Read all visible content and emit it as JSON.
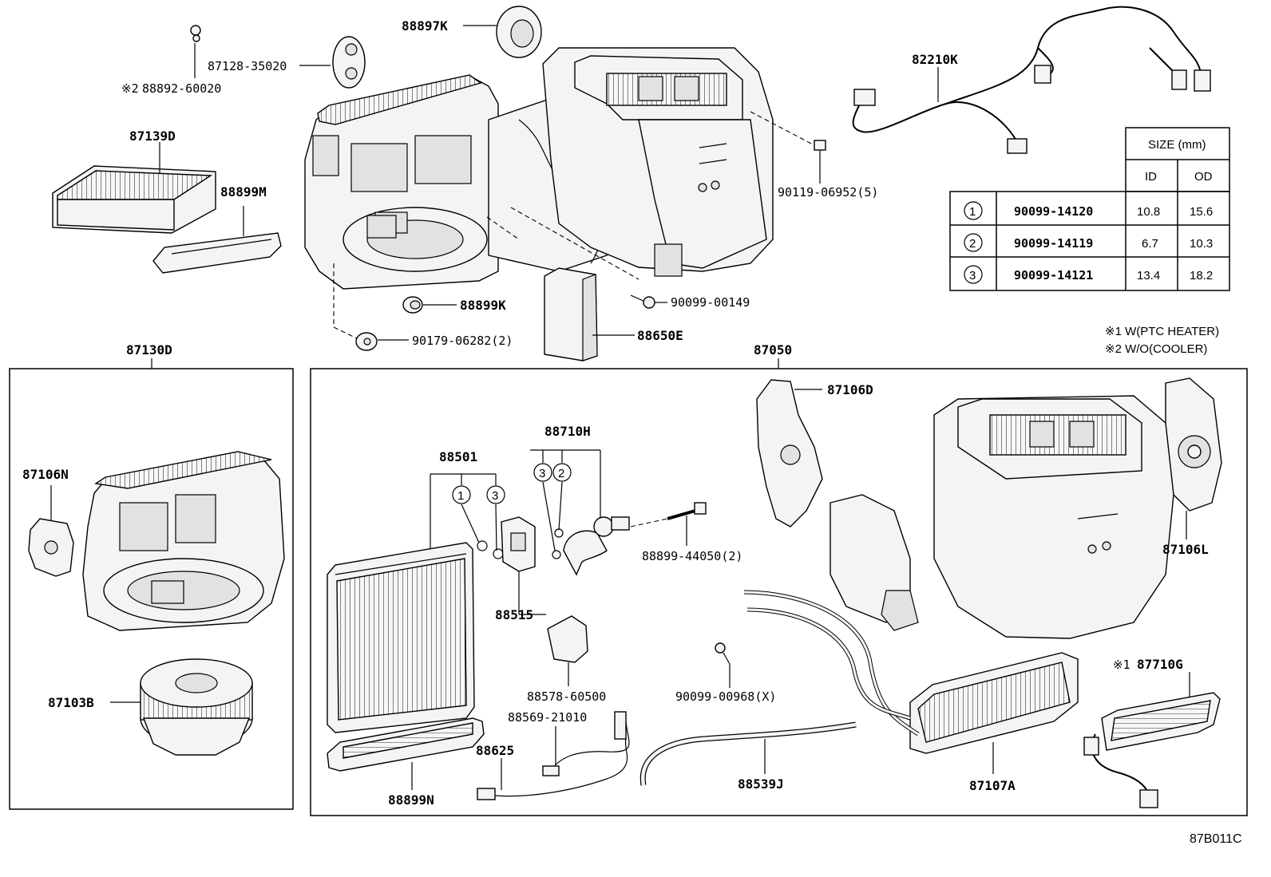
{
  "diagram_code": "87B011C",
  "notes": [
    "※1 W(PTC HEATER)",
    "※2 W/O(COOLER)"
  ],
  "groups": {
    "left_box": "87130D",
    "right_box": "87050"
  },
  "parts_top": [
    {
      "no": "88897K"
    },
    {
      "no": "87128-35020"
    },
    {
      "no": "88892-60020",
      "prefix": "※2"
    },
    {
      "no": "87139D"
    },
    {
      "no": "88899M"
    },
    {
      "no": "88899K"
    },
    {
      "no": "90179-06282(2)"
    },
    {
      "no": "88650E"
    },
    {
      "no": "90099-00149"
    },
    {
      "no": "90119-06952(5)"
    },
    {
      "no": "82210K"
    }
  ],
  "parts_left_box": [
    {
      "no": "87106N"
    },
    {
      "no": "87103B"
    }
  ],
  "parts_right_box": [
    {
      "no": "88501"
    },
    {
      "no": "88710H"
    },
    {
      "no": "88515"
    },
    {
      "no": "88578-60500"
    },
    {
      "no": "88569-21010"
    },
    {
      "no": "88625"
    },
    {
      "no": "88899N"
    },
    {
      "no": "88899-44050(2)"
    },
    {
      "no": "90099-00968(X)"
    },
    {
      "no": "88539J"
    },
    {
      "no": "87106D"
    },
    {
      "no": "87106L"
    },
    {
      "no": "87107A"
    },
    {
      "no": "87710G",
      "prefix": "※1"
    }
  ],
  "circle_callouts": {
    "c1": "1",
    "c2": "2",
    "c3": "3"
  },
  "size_table": {
    "title": "SIZE (mm)",
    "col_id": "ID",
    "col_od": "OD",
    "rows": [
      {
        "ref": "1",
        "part": "90099-14120",
        "id": "10.8",
        "od": "15.6"
      },
      {
        "ref": "2",
        "part": "90099-14119",
        "id": "6.7",
        "od": "10.3"
      },
      {
        "ref": "3",
        "part": "90099-14121",
        "id": "13.4",
        "od": "18.2"
      }
    ]
  }
}
